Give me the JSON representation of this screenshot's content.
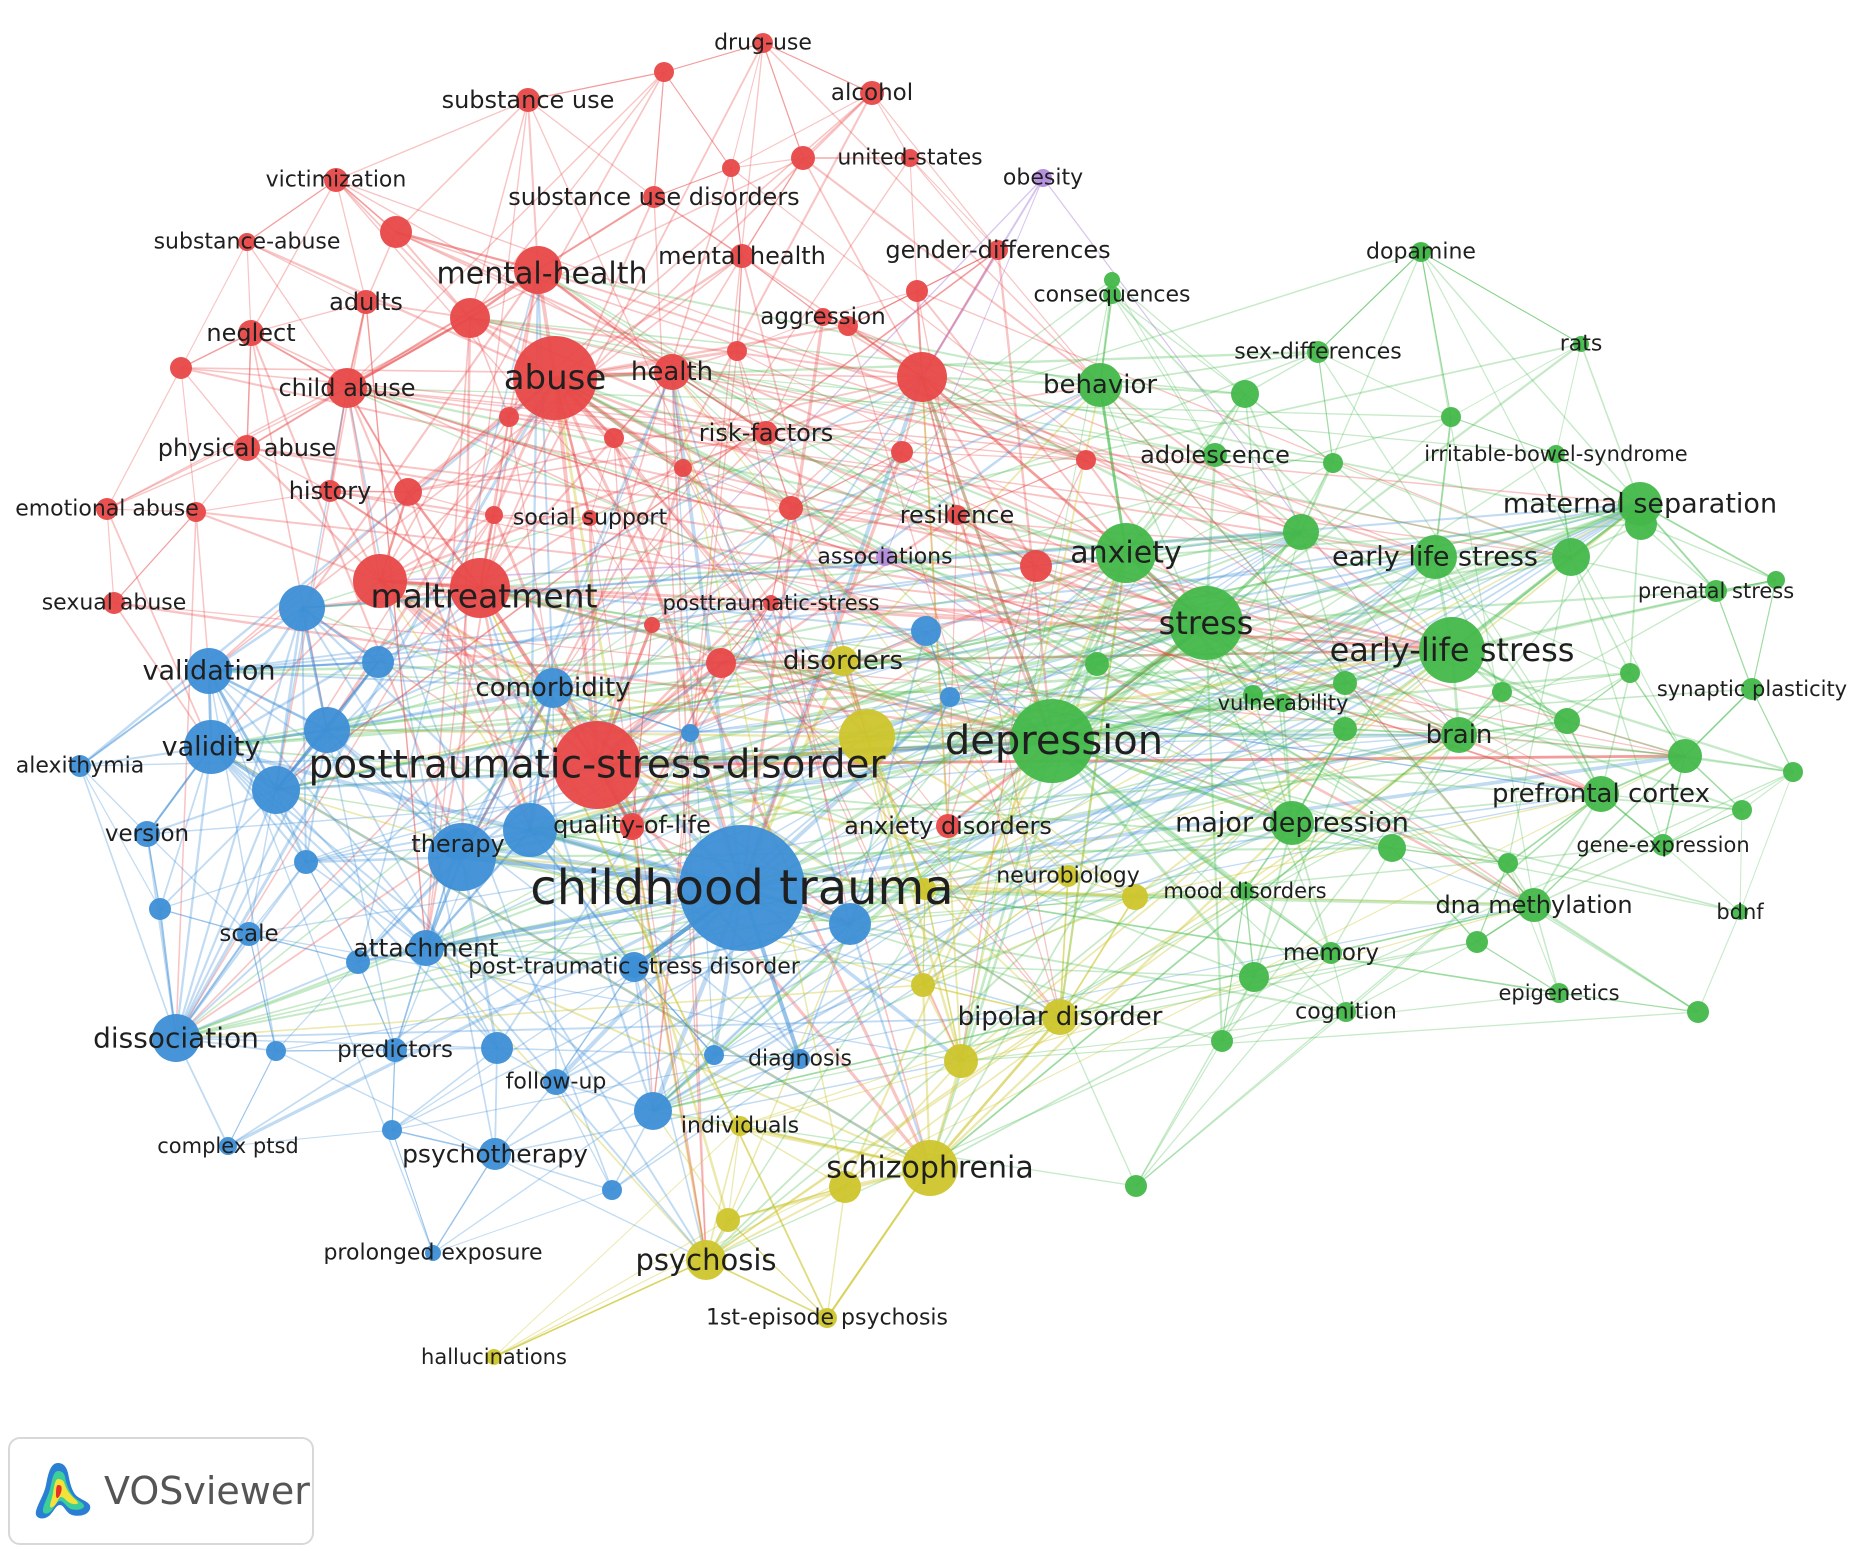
{
  "clusters": {
    "red": {
      "color": "#e84848"
    },
    "green": {
      "color": "#43b84a"
    },
    "blue": {
      "color": "#3d8fd6"
    },
    "yellow": {
      "color": "#cdc52c"
    },
    "purple": {
      "color": "#b28bdc"
    }
  },
  "nodes": [
    {
      "label": "childhood trauma",
      "cluster": "blue"
    },
    {
      "label": "posttraumatic-stress-disorder",
      "cluster": "red"
    },
    {
      "label": "depression",
      "cluster": "green"
    },
    {
      "label": "abuse",
      "cluster": "red"
    },
    {
      "label": "maltreatment",
      "cluster": "red"
    },
    {
      "label": "stress",
      "cluster": "green"
    },
    {
      "label": "early-life stress",
      "cluster": "green"
    },
    {
      "label": "anxiety",
      "cluster": "green"
    },
    {
      "label": "schizophrenia",
      "cluster": "yellow"
    },
    {
      "label": "mental-health",
      "cluster": "red"
    },
    {
      "label": "psychosis",
      "cluster": "yellow"
    },
    {
      "label": "dissociation",
      "cluster": "blue"
    },
    {
      "label": "validity",
      "cluster": "blue"
    },
    {
      "label": "validation",
      "cluster": "blue"
    },
    {
      "label": "behavior",
      "cluster": "green"
    },
    {
      "label": "maternal separation",
      "cluster": "green"
    },
    {
      "label": "early life stress",
      "cluster": "green"
    },
    {
      "label": "major depression",
      "cluster": "green"
    },
    {
      "label": "bipolar disorder",
      "cluster": "yellow"
    },
    {
      "label": "comorbidity",
      "cluster": "blue"
    },
    {
      "label": "disorders",
      "cluster": "yellow"
    },
    {
      "label": "prefrontal cortex",
      "cluster": "green"
    },
    {
      "label": "brain",
      "cluster": "green"
    },
    {
      "label": "health",
      "cluster": "red"
    },
    {
      "label": "child abuse",
      "cluster": "red"
    },
    {
      "label": "attachment",
      "cluster": "blue"
    },
    {
      "label": "psychotherapy",
      "cluster": "blue"
    },
    {
      "label": "therapy",
      "cluster": "blue"
    },
    {
      "label": "quality-of-life",
      "cluster": "red"
    },
    {
      "label": "anxiety disorders",
      "cluster": "red"
    },
    {
      "label": "risk-factors",
      "cluster": "red"
    },
    {
      "label": "substance use",
      "cluster": "red"
    },
    {
      "label": "substance use disorders",
      "cluster": "red"
    },
    {
      "label": "alcohol",
      "cluster": "red"
    },
    {
      "label": "drug-use",
      "cluster": "red"
    },
    {
      "label": "united-states",
      "cluster": "red"
    },
    {
      "label": "victimization",
      "cluster": "red"
    },
    {
      "label": "substance-abuse",
      "cluster": "red"
    },
    {
      "label": "adults",
      "cluster": "red"
    },
    {
      "label": "neglect",
      "cluster": "red"
    },
    {
      "label": "mental health",
      "cluster": "red"
    },
    {
      "label": "gender-differences",
      "cluster": "red"
    },
    {
      "label": "aggression",
      "cluster": "red"
    },
    {
      "label": "physical abuse",
      "cluster": "red"
    },
    {
      "label": "emotional abuse",
      "cluster": "red"
    },
    {
      "label": "history",
      "cluster": "red"
    },
    {
      "label": "social support",
      "cluster": "red"
    },
    {
      "label": "associations",
      "cluster": "purple"
    },
    {
      "label": "resilience",
      "cluster": "red"
    },
    {
      "label": "sexual abuse",
      "cluster": "red"
    },
    {
      "label": "posttraumatic-stress",
      "cluster": "red"
    },
    {
      "label": "obesity",
      "cluster": "purple"
    },
    {
      "label": "dopamine",
      "cluster": "green"
    },
    {
      "label": "consequences",
      "cluster": "green"
    },
    {
      "label": "sex-differences",
      "cluster": "green"
    },
    {
      "label": "rats",
      "cluster": "green"
    },
    {
      "label": "adolescence",
      "cluster": "green"
    },
    {
      "label": "irritable-bowel-syndrome",
      "cluster": "green"
    },
    {
      "label": "prenatal stress",
      "cluster": "green"
    },
    {
      "label": "synaptic plasticity",
      "cluster": "green"
    },
    {
      "label": "vulnerability",
      "cluster": "green"
    },
    {
      "label": "gene-expression",
      "cluster": "green"
    },
    {
      "label": "neurobiology",
      "cluster": "yellow"
    },
    {
      "label": "mood disorders",
      "cluster": "green"
    },
    {
      "label": "dna methylation",
      "cluster": "green"
    },
    {
      "label": "bdnf",
      "cluster": "green"
    },
    {
      "label": "memory",
      "cluster": "green"
    },
    {
      "label": "epigenetics",
      "cluster": "green"
    },
    {
      "label": "cognition",
      "cluster": "green"
    },
    {
      "label": "alexithymia",
      "cluster": "blue"
    },
    {
      "label": "version",
      "cluster": "blue"
    },
    {
      "label": "scale",
      "cluster": "blue"
    },
    {
      "label": "predictors",
      "cluster": "blue"
    },
    {
      "label": "follow-up",
      "cluster": "blue"
    },
    {
      "label": "post-traumatic stress disorder",
      "cluster": "blue"
    },
    {
      "label": "diagnosis",
      "cluster": "blue"
    },
    {
      "label": "individuals",
      "cluster": "yellow"
    },
    {
      "label": "complex ptsd",
      "cluster": "blue"
    },
    {
      "label": "prolonged exposure",
      "cluster": "blue"
    },
    {
      "label": "1st-episode psychosis",
      "cluster": "yellow"
    },
    {
      "label": "hallucinations",
      "cluster": "yellow"
    }
  ],
  "brand": {
    "name": "VOSviewer"
  }
}
